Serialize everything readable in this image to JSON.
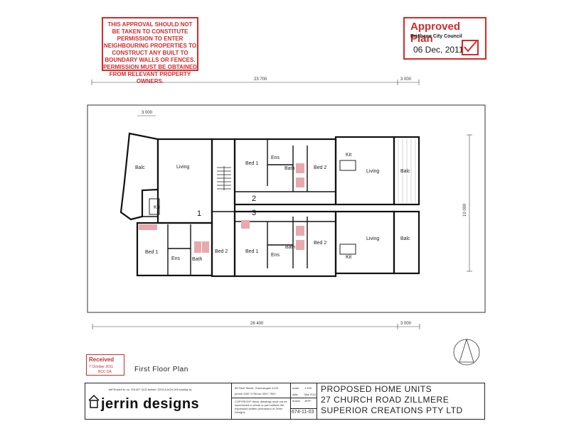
{
  "notice_text": "This approval should not be taken to constitute permission to enter neighbouring properties to construct any built to boundary walls or fences. Permission must be obtained from relevant property owners.",
  "approved_stamp": {
    "title": "Approved Plan",
    "council": "Brisbane City Council",
    "date": "06 Dec, 2011"
  },
  "dimensions": {
    "top_overall": "23 700",
    "top_right": "3 000",
    "left_balcony": "3 000",
    "bottom_overall": "26 400",
    "bottom_right": "3 000",
    "right_side": "10 000"
  },
  "rooms": {
    "balc": "Balc",
    "living": "Living",
    "kit": "Kit",
    "bed1": "Bed 1",
    "bed2": "Bed 2",
    "bath": "Bath",
    "ens": "Ens"
  },
  "unit_numbers": [
    "1",
    "2",
    "3"
  ],
  "received_stamp": {
    "label": "Received",
    "date": "7 October 2011",
    "dept": "BCC DA"
  },
  "plan_title": "First Floor Plan",
  "title_block": {
    "company": "jerrin designs",
    "contact_lines": [
      "Jeff Rowell lic no. 331407  QLD builder 1203-A  ACN 009  trading as",
      "95 Fleet Street, Greenslopes 4120",
      "phone 3397 9795  fax 3397 7520"
    ],
    "copyright": "COPYRIGHT  these drawings must not be reproduced in whole or part without the expressed written permission of Jerrin Designs",
    "meta": [
      {
        "label": "scale",
        "value": "1:100"
      },
      {
        "label": "date",
        "value": "Mar 2011"
      },
      {
        "label": "drawn",
        "value": "JEFF"
      }
    ],
    "drawing_no": "674-11-03",
    "project_lines": [
      "PROPOSED HOME UNITS",
      "27 CHURCH ROAD  ZILLMERE",
      "SUPERIOR CREATIONS PTY LTD"
    ]
  }
}
